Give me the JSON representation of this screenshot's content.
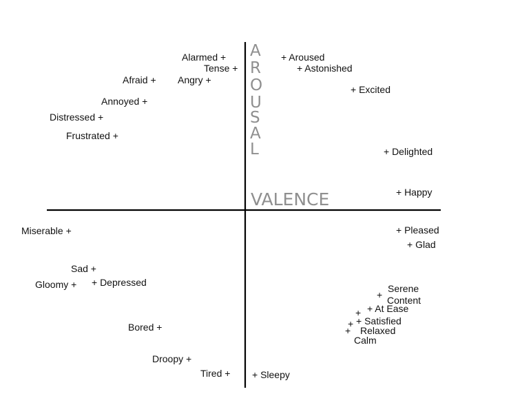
{
  "axes": {
    "vertical_label": "AROUSAL",
    "horizontal_label": "VALENCE",
    "vertical_letters": [
      "A",
      "R",
      "O",
      "U",
      "S",
      "A",
      "L"
    ]
  },
  "colors": {
    "axis_line": "#000000",
    "axis_title": "#8f8f8f",
    "label_text": "#111111"
  },
  "emotions": [
    {
      "id": "alarmed",
      "text": "Alarmed +"
    },
    {
      "id": "tense",
      "text": "Tense +"
    },
    {
      "id": "afraid",
      "text": "Afraid +"
    },
    {
      "id": "angry",
      "text": "Angry +"
    },
    {
      "id": "annoyed",
      "text": "Annoyed +"
    },
    {
      "id": "distressed",
      "text": "Distressed +"
    },
    {
      "id": "frustrated",
      "text": "Frustrated +"
    },
    {
      "id": "aroused",
      "text": "+ Aroused"
    },
    {
      "id": "astonished",
      "text": "+ Astonished"
    },
    {
      "id": "excited",
      "text": "+ Excited"
    },
    {
      "id": "delighted",
      "text": "+ Delighted"
    },
    {
      "id": "happy",
      "text": "+ Happy"
    },
    {
      "id": "miserable",
      "text": "Miserable +"
    },
    {
      "id": "sad",
      "text": "Sad +"
    },
    {
      "id": "gloomy",
      "text": "Gloomy +"
    },
    {
      "id": "depressed",
      "text": "+ Depressed"
    },
    {
      "id": "bored",
      "text": "Bored +"
    },
    {
      "id": "droopy",
      "text": "Droopy +"
    },
    {
      "id": "tired",
      "text": "Tired +"
    },
    {
      "id": "sleepy",
      "text": "+ Sleepy"
    },
    {
      "id": "pleased",
      "text": "+ Pleased"
    },
    {
      "id": "glad",
      "text": "+ Glad"
    },
    {
      "id": "serene",
      "text": "Serene"
    },
    {
      "id": "content",
      "text": "Content"
    },
    {
      "id": "at-ease",
      "text": "+ At Ease"
    },
    {
      "id": "satisfied",
      "text": "+ Satisfied"
    },
    {
      "id": "relaxed",
      "text": "Relaxed"
    },
    {
      "id": "calm",
      "text": "Calm"
    },
    {
      "id": "plus-serene",
      "text": "+"
    },
    {
      "id": "plus-content",
      "text": "+"
    },
    {
      "id": "plus-satisfied",
      "text": "+"
    },
    {
      "id": "plus-relaxed",
      "text": "+"
    }
  ]
}
